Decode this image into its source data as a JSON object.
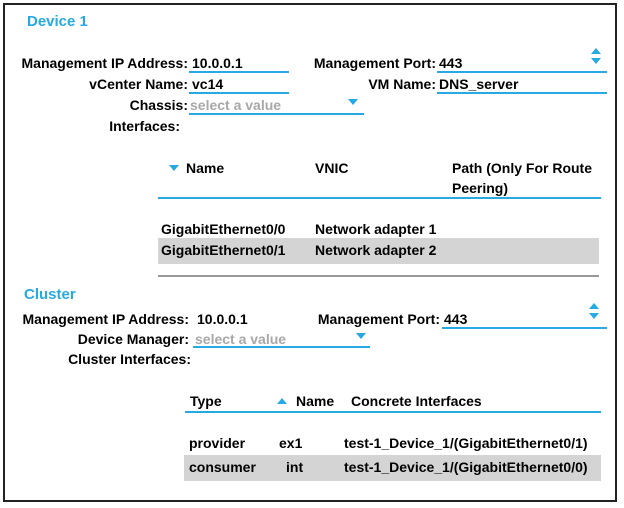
{
  "device": {
    "title": "Device 1",
    "mgmt_ip_label": "Management IP Address:",
    "mgmt_ip_value": "10.0.0.1",
    "mgmt_port_label": "Management Port:",
    "mgmt_port_value": "443",
    "vcenter_label": "vCenter Name:",
    "vcenter_value": "vc14",
    "vm_label": "VM Name:",
    "vm_value": "DNS_server",
    "chassis_label": "Chassis:",
    "chassis_placeholder": "select a value",
    "interfaces_label": "Interfaces:",
    "table": {
      "headers": [
        "Name",
        "VNIC",
        "Path (Only For Route",
        "Peering)"
      ],
      "rows": [
        {
          "name": "GigabitEthernet0/0",
          "vnic": "Network adapter 1"
        },
        {
          "name": "GigabitEthernet0/1",
          "vnic": "Network adapter 2"
        }
      ]
    }
  },
  "cluster": {
    "title": "Cluster",
    "mgmt_ip_label": "Management IP Address:",
    "mgmt_ip_value": "10.0.0.1",
    "mgmt_port_label": "Management Port:",
    "mgmt_port_value": "443",
    "device_manager_label": "Device Manager:",
    "device_manager_placeholder": "select a value",
    "interfaces_label": "Cluster Interfaces:",
    "table": {
      "headers": [
        "Type",
        "Name",
        "Concrete Interfaces"
      ],
      "rows": [
        {
          "type": "provider",
          "name": "ex1",
          "concrete": "test-1_Device_1/(GigabitEthernet0/1)"
        },
        {
          "type": "consumer",
          "name": "int",
          "concrete": "test-1_Device_1/(GigabitEthernet0/0)"
        }
      ]
    }
  },
  "icons": {
    "spinner": "spinner-icon",
    "dropdown": "chevron-down-icon",
    "sort_desc": "sort-descending-icon",
    "sort_asc": "sort-ascending-icon"
  },
  "colors": {
    "accent": "#27a9e1",
    "selected_row": "#d4d4d4",
    "placeholder": "#a8a8a8"
  }
}
